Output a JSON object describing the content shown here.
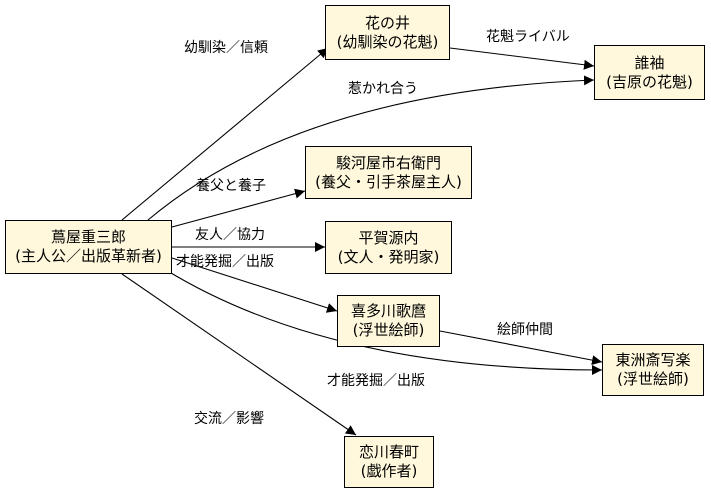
{
  "colors": {
    "node_fill": "#fff8dc",
    "node_border": "#000000",
    "edge": "#000000",
    "background": "#ffffff"
  },
  "nodes": {
    "tsutaya": {
      "name": "蔦屋重三郎",
      "role": "(主人公／出版革新者)"
    },
    "hananoi": {
      "name": "花の井",
      "role": "(幼馴染の花魁)"
    },
    "tagasode": {
      "name": "誰袖",
      "role": "(吉原の花魁)"
    },
    "surugaya": {
      "name": "駿河屋市右衛門",
      "role": "(養父・引手茶屋主人)"
    },
    "hiraga": {
      "name": "平賀源内",
      "role": "(文人・発明家)"
    },
    "kitagawa": {
      "name": "喜多川歌麿",
      "role": "(浮世絵師)"
    },
    "toshusai": {
      "name": "東洲斎写楽",
      "role": "(浮世絵師)"
    },
    "koikawa": {
      "name": "恋川春町",
      "role": "(戯作者)"
    }
  },
  "edges": {
    "tsutaya_hananoi": "幼馴染／信頼",
    "hananoi_tagasode": "花魁ライバル",
    "tsutaya_tagasode": "惹かれ合う",
    "tsutaya_surugaya": "養父と養子",
    "tsutaya_hiraga": "友人／協力",
    "tsutaya_kitagawa": "才能発掘／出版",
    "kitagawa_toshusai": "絵師仲間",
    "tsutaya_toshusai": "才能発掘／出版",
    "tsutaya_koikawa": "交流／影響"
  }
}
